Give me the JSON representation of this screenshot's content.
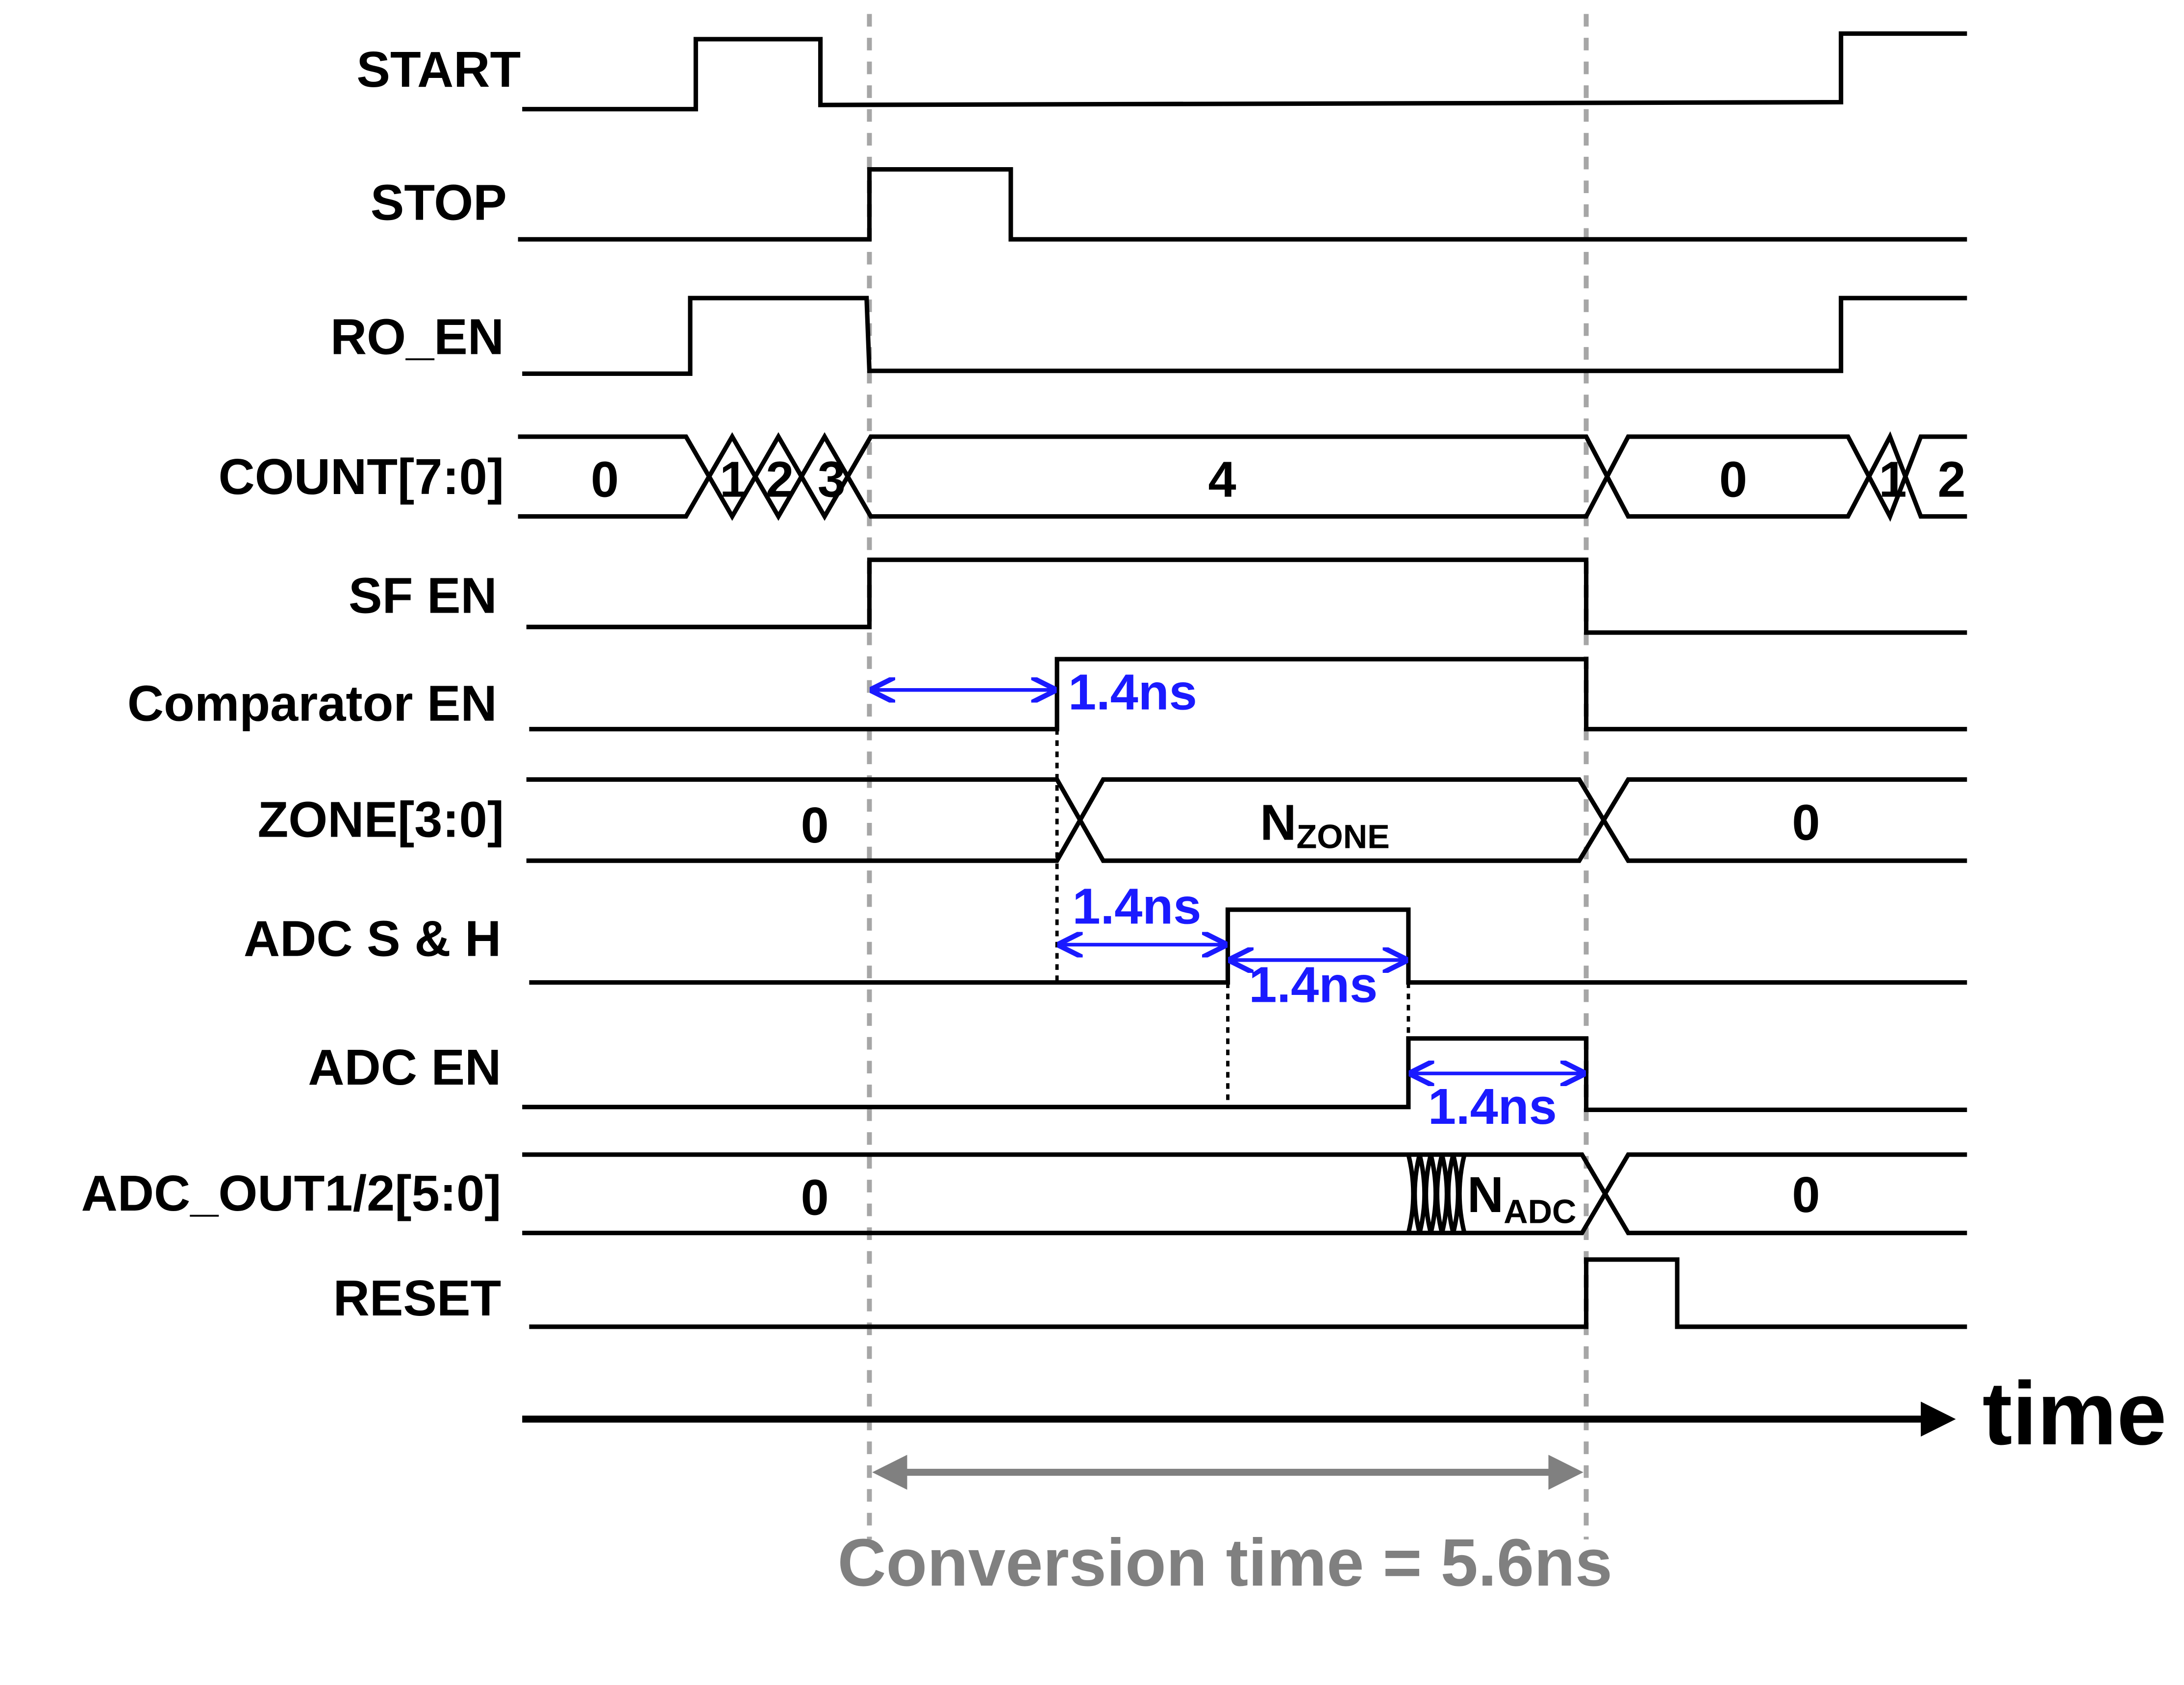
{
  "title": "Timing diagram",
  "signals": [
    {
      "name": "START"
    },
    {
      "name": "STOP"
    },
    {
      "name": "RO_EN"
    },
    {
      "name": "COUNT[7:0]",
      "values": [
        "0",
        "1",
        "2",
        "3",
        "4",
        "0",
        "1",
        "2"
      ]
    },
    {
      "name": "SF EN"
    },
    {
      "name": "Comparator EN"
    },
    {
      "name": "ZONE[3:0]",
      "values": [
        "0",
        "N",
        "ZONE",
        "0"
      ]
    },
    {
      "name": "ADC S & H"
    },
    {
      "name": "ADC EN"
    },
    {
      "name": "ADC_OUT1/2[5:0]",
      "values": [
        "0",
        "N",
        "ADC",
        "0"
      ]
    },
    {
      "name": "RESET"
    }
  ],
  "annotations": {
    "delay1": "1.4ns",
    "delay2": "1.4ns",
    "delay3": "1.4ns",
    "delay4": "1.4ns"
  },
  "axis": {
    "label": "time"
  },
  "conversion": {
    "label": "Conversion time = 5.6ns"
  },
  "colors": {
    "annotation": "#1a1aff",
    "guide": "#a6a6a6",
    "conversion": "#808080"
  }
}
